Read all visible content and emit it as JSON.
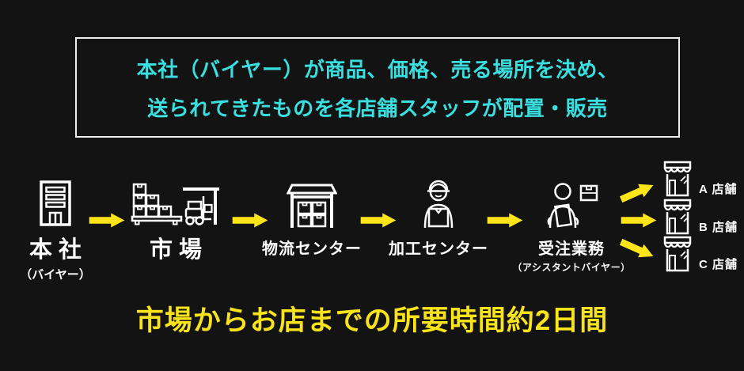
{
  "colors": {
    "background": "#131313",
    "accent_cyan": "#3adfe0",
    "accent_yellow": "#fde51a",
    "icon_white": "#ffffff",
    "box_border": "#efefef"
  },
  "summary": {
    "line1": "本社（バイヤー）が商品、価格、売る場所を決め、",
    "line2": "送られてきたものを各店舗スタッフが配置・販売"
  },
  "flow": {
    "stages": [
      {
        "label": "本社",
        "sublabel": "（バイヤー）",
        "icon": "office-building-icon"
      },
      {
        "label": "市場",
        "icon": "parcel-stack-forklift-icon"
      },
      {
        "label": "物流センター",
        "icon": "warehouse-boxes-icon"
      },
      {
        "label": "加工センター",
        "icon": "delivery-worker-icon"
      },
      {
        "label": "受注業務",
        "sublabel": "（アシスタントバイヤー）",
        "icon": "order-staff-icon"
      }
    ],
    "arrow_icon": "arrow-right-icon",
    "stores": [
      {
        "label": "A 店舗",
        "icon": "storefront-icon"
      },
      {
        "label": "B 店舗",
        "icon": "storefront-icon"
      },
      {
        "label": "C 店舗",
        "icon": "storefront-icon"
      }
    ]
  },
  "footer": {
    "headline": "市場からお店までの所要時間約2日間"
  }
}
